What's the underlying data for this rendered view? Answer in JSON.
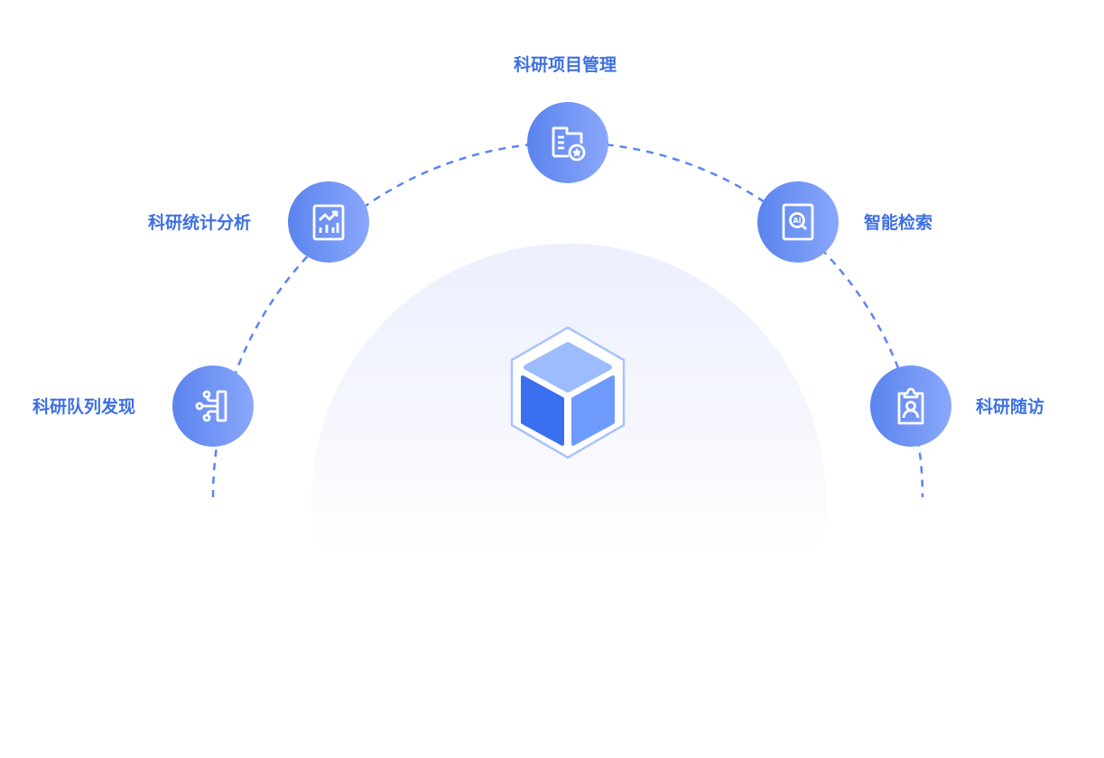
{
  "nodes": [
    {
      "label": "科研项目管理",
      "icon": "folder-star-icon"
    },
    {
      "label": "科研统计分析",
      "icon": "chart-report-icon"
    },
    {
      "label": "智能检索",
      "icon": "ai-search-icon"
    },
    {
      "label": "科研队列发现",
      "icon": "cohort-branch-icon"
    },
    {
      "label": "科研随访",
      "icon": "clipboard-person-icon"
    }
  ],
  "colors": {
    "accent": "#3f70e2",
    "node_start": "#5a84ee",
    "node_end": "#8aa7fb",
    "dash": "#5b86ef"
  }
}
